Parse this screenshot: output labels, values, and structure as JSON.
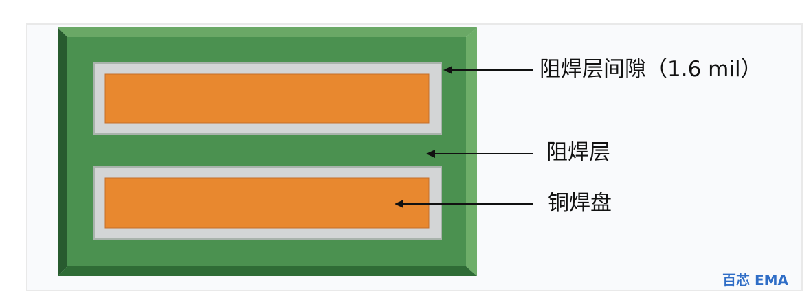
{
  "diagram": {
    "labels": {
      "solder_mask_clearance": "阻焊层间隙（1.6 mil）",
      "solder_mask": "阻焊层",
      "copper_pad": "铜焊盘"
    },
    "watermark": "百芯 EMA",
    "colors": {
      "board_green": "#4b9150",
      "board_dark_edge": "#285b2f",
      "board_light_edge": "#78b873",
      "clearance_gray": "#cfd1d2",
      "pad_orange": "#e8882f",
      "arrow": "#111111",
      "watermark_blue": "#2f6dc6"
    },
    "icons": {
      "arrow": "left-arrow-icon"
    }
  }
}
